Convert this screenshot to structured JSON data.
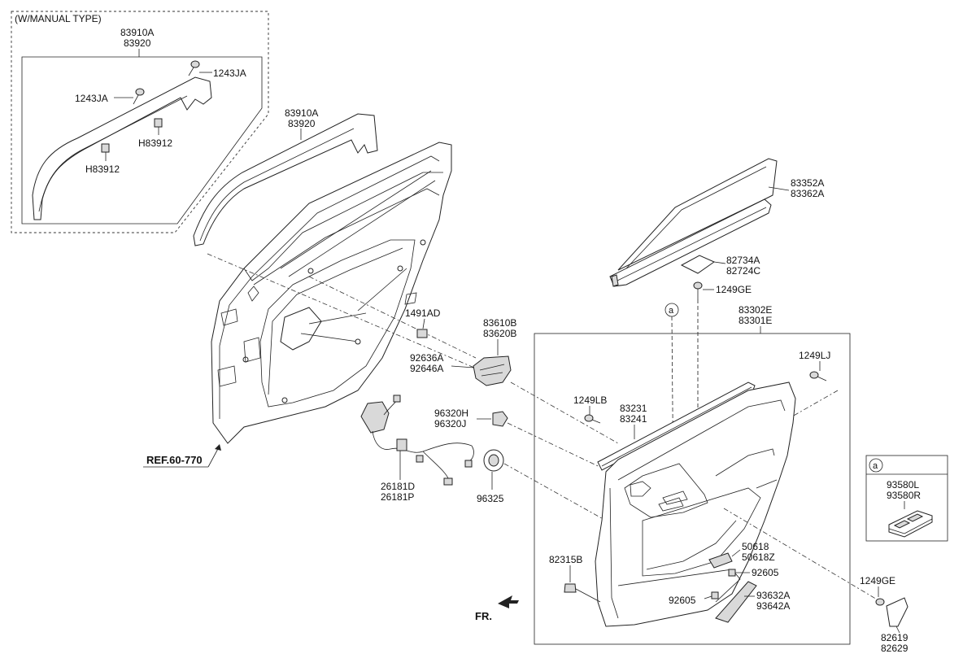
{
  "labels": {
    "manual_type": "(W/MANUAL TYPE)",
    "inset_83910A": "83910A",
    "inset_83920": "83920",
    "inset_1243JA_right": "1243JA",
    "inset_1243JA_left": "1243JA",
    "inset_H83912_right": "H83912",
    "inset_H83912_left": "H83912",
    "p83910A": "83910A",
    "p83920": "83920",
    "p83352A": "83352A",
    "p83362A": "83362A",
    "p82734A": "82734A",
    "p82724C": "82724C",
    "p1249GE_top": "1249GE",
    "p83302E": "83302E",
    "p83301E": "83301E",
    "p1491AD": "1491AD",
    "p83610B": "83610B",
    "p83620B": "83620B",
    "p92636A": "92636A",
    "p92646A": "92646A",
    "p1249LJ": "1249LJ",
    "p1249LB": "1249LB",
    "p83231": "83231",
    "p83241": "83241",
    "p96320H": "96320H",
    "p96320J": "96320J",
    "ref": "REF.60-770",
    "p26181D": "26181D",
    "p26181P": "26181P",
    "p96325": "96325",
    "p50618": "50618",
    "p50618Z": "50618Z",
    "p92605_right": "92605",
    "p92605_left": "92605",
    "p82315B": "82315B",
    "p93632A": "93632A",
    "p93642A": "93642A",
    "p1249GE_bottom": "1249GE",
    "p82619": "82619",
    "p82629": "82629",
    "fr": "FR.",
    "callout_a_main": "a",
    "callout_a_box": "a",
    "p93580L": "93580L",
    "p93580R": "93580R"
  }
}
